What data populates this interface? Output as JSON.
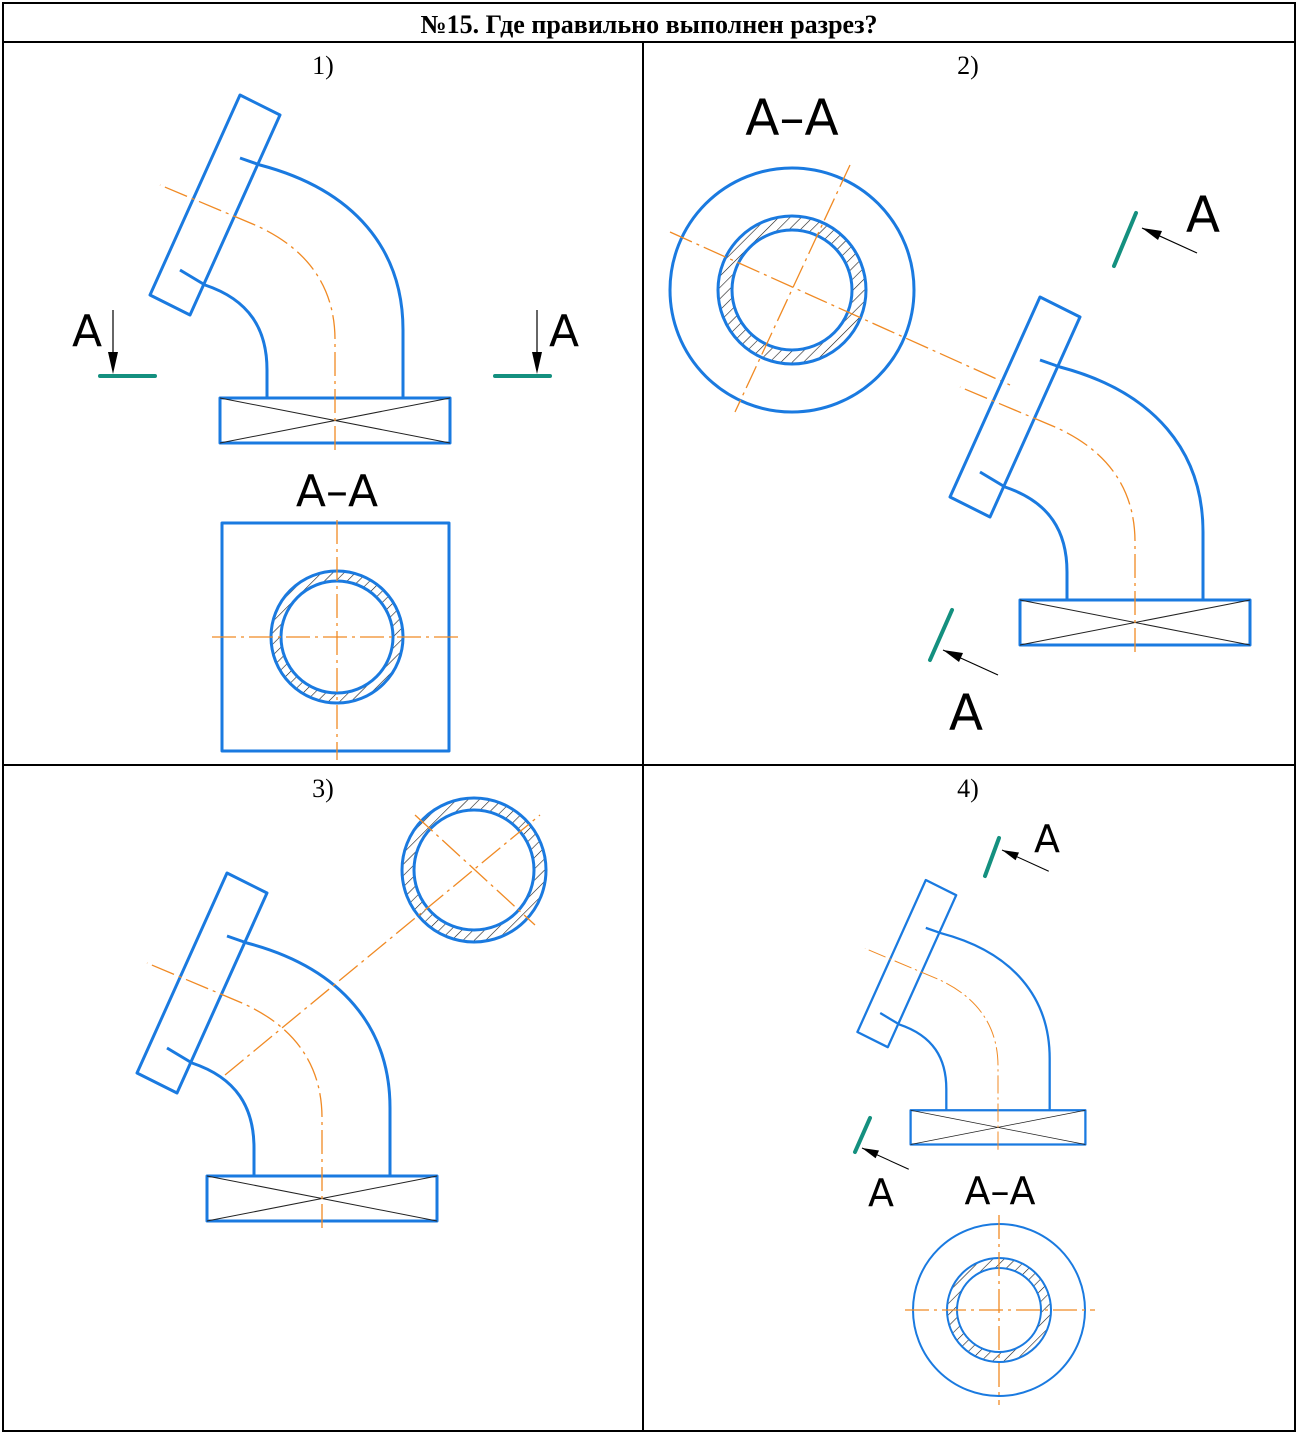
{
  "header": {
    "title": "№15. Где правильно выполнен разрез?"
  },
  "cells": [
    {
      "number": "1)",
      "section_label": "A–A",
      "cut_label_left": "A",
      "cut_label_right": "A"
    },
    {
      "number": "2)",
      "section_label": "A–A",
      "cut_label_top": "A",
      "cut_label_bottom": "A"
    },
    {
      "number": "3)"
    },
    {
      "number": "4)",
      "section_label": "A–A",
      "cut_label_top": "A",
      "cut_label_bottom": "A"
    }
  ],
  "colors": {
    "outline": "#1a7ae0",
    "axis": "#f08a24",
    "cutting_plane": "#14907f"
  }
}
